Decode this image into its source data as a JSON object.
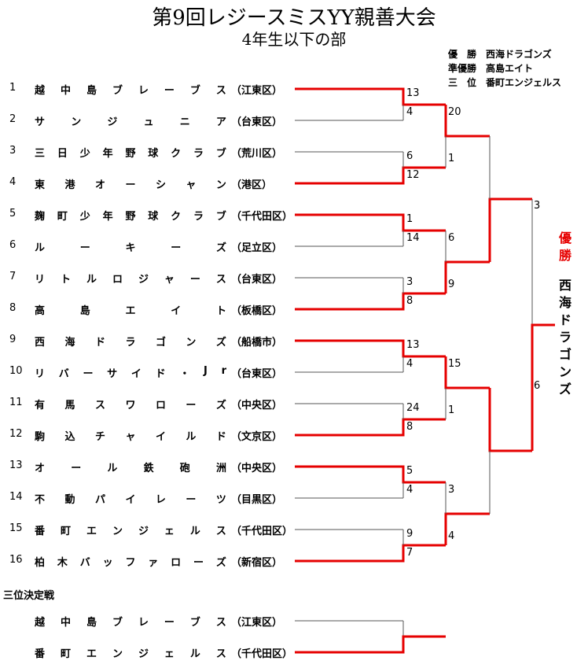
{
  "title": "第9回レジースミスYY親善大会",
  "subtitle": "4年生以下の部",
  "results": [
    {
      "rank": "優　勝",
      "team": "西海ドラゴンズ"
    },
    {
      "rank": "準優勝",
      "team": "高島エイト"
    },
    {
      "rank": "三　位",
      "team": "番町エンジェルス"
    }
  ],
  "teams": [
    {
      "seed": "1",
      "name": "越中島ブレーブス",
      "area": "（江東区）"
    },
    {
      "seed": "2",
      "name": "サンジュニア",
      "area": "（台東区）"
    },
    {
      "seed": "3",
      "name": "三日少年野球クラブ",
      "area": "（荒川区）"
    },
    {
      "seed": "4",
      "name": "東港オーシャン",
      "area": "（港区）"
    },
    {
      "seed": "5",
      "name": "麹町少年野球クラブ",
      "area": "（千代田区）"
    },
    {
      "seed": "6",
      "name": "ルーキーズ",
      "area": "（足立区）"
    },
    {
      "seed": "7",
      "name": "リトルロジャース",
      "area": "（台東区）"
    },
    {
      "seed": "8",
      "name": "高島エイト",
      "area": "（板橋区）"
    },
    {
      "seed": "9",
      "name": "西海ドラゴンズ",
      "area": "（船橋市）"
    },
    {
      "seed": "10",
      "name": "リバーサイド・Jr",
      "area": "（台東区）"
    },
    {
      "seed": "11",
      "name": "有馬スワローズ",
      "area": "（中央区）"
    },
    {
      "seed": "12",
      "name": "駒込チャイルド",
      "area": "（文京区）"
    },
    {
      "seed": "13",
      "name": "オール鉄砲洲",
      "area": "（中央区）"
    },
    {
      "seed": "14",
      "name": "不動パイレーツ",
      "area": "（目黒区）"
    },
    {
      "seed": "15",
      "name": "番町エンジェルス",
      "area": "（千代田区）"
    },
    {
      "seed": "16",
      "name": "柏木バッファローズ",
      "area": "（新宿区）"
    }
  ],
  "round1_scores": [
    "13",
    "4",
    "6",
    "12",
    "1",
    "14",
    "3",
    "8",
    "13",
    "4",
    "24",
    "8",
    "5",
    "4",
    "9",
    "7"
  ],
  "round2_scores": [
    "20",
    "1",
    "6",
    "9",
    "15",
    "1",
    "3",
    "4"
  ],
  "semifinal_scores": [
    "3",
    "6"
  ],
  "champion_label": "優勝",
  "champion_name": "西海ドラゴンズ",
  "third_place": {
    "heading": "三位決定戦",
    "teams": [
      {
        "name": "越中島ブレーブス",
        "area": "（江東区）"
      },
      {
        "name": "番町エンジェルス",
        "area": "（千代田区）"
      }
    ]
  },
  "colors": {
    "winner_line": "#e60000",
    "loser_line": "#555555",
    "champion_text": "#e60000"
  }
}
